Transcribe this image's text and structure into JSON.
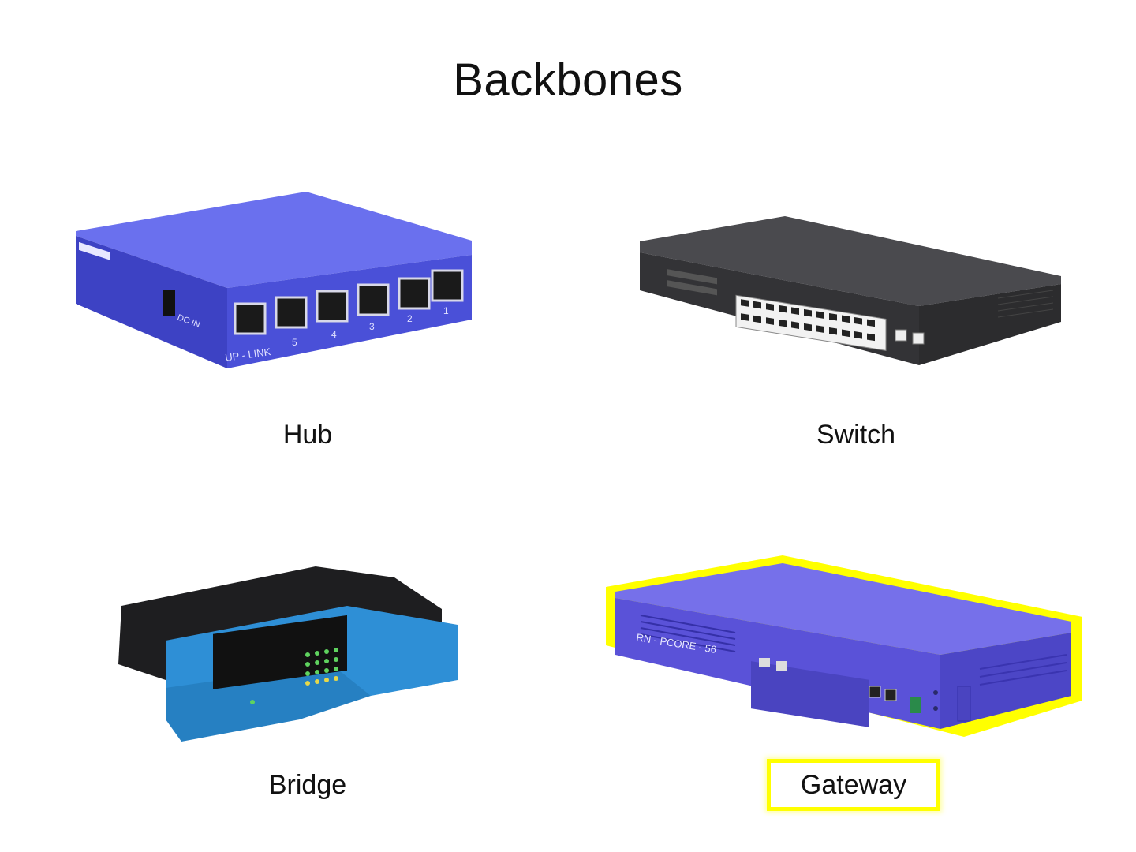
{
  "slide": {
    "title": "Backbones",
    "devices": [
      {
        "name": "hub",
        "label": "Hub",
        "highlighted": false,
        "port_labels": [
          "UP - LINK",
          "5",
          "4",
          "3",
          "2",
          "1"
        ],
        "side_label": "DC IN"
      },
      {
        "name": "switch",
        "label": "Switch",
        "highlighted": false
      },
      {
        "name": "bridge",
        "label": "Bridge",
        "highlighted": false
      },
      {
        "name": "gateway",
        "label": "Gateway",
        "highlighted": true,
        "model_label": "RN - PCORE - 56"
      }
    ]
  },
  "colors": {
    "hub_blue": "#4a50d8",
    "switch_dark": "#2c2c2e",
    "bridge_blue": "#2e8fd6",
    "bridge_black": "#1e1e20",
    "gateway_blue": "#5a52d8",
    "highlight": "#ffff00"
  }
}
